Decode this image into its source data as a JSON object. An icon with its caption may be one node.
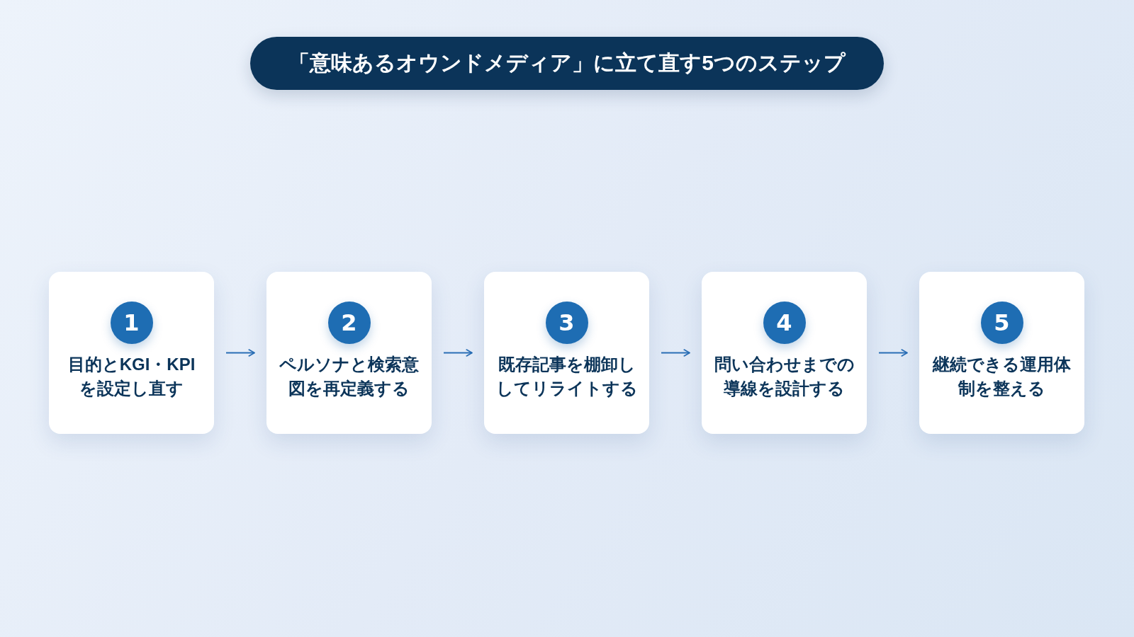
{
  "diagram": {
    "title": "「意味あるオウンドメディア」に立て直す5つのステップ",
    "nodes": [
      {
        "text": [
          "目的とKGI・KPIを設定し直す"
        ]
      },
      {
        "text": [
          "1"
        ],
        "in": 0
      },
      {
        "text": [
          "ペルソナと検索意図を再定義する"
        ]
      },
      {
        "text": [
          "2"
        ],
        "in": 2
      },
      {
        "text": [
          "既存記事を棚卸ししてリライトする"
        ]
      },
      {
        "text": [
          "3"
        ],
        "in": 4
      },
      {
        "text": [
          "問い合わせまでの導線を設計する"
        ]
      },
      {
        "text": [
          "4"
        ],
        "in": 6
      },
      {
        "text": [
          "継続できる運用体制を整える"
        ]
      },
      {
        "text": [
          "5"
        ],
        "in": 8
      }
    ],
    "edges": [
      {
        "from": 0,
        "to": 2,
        "arrow": "to"
      },
      {
        "from": 2,
        "to": 4,
        "arrow": "to"
      },
      {
        "from": 4,
        "to": 6,
        "arrow": "to"
      },
      {
        "from": 6,
        "to": 8,
        "arrow": "to"
      }
    ]
  }
}
